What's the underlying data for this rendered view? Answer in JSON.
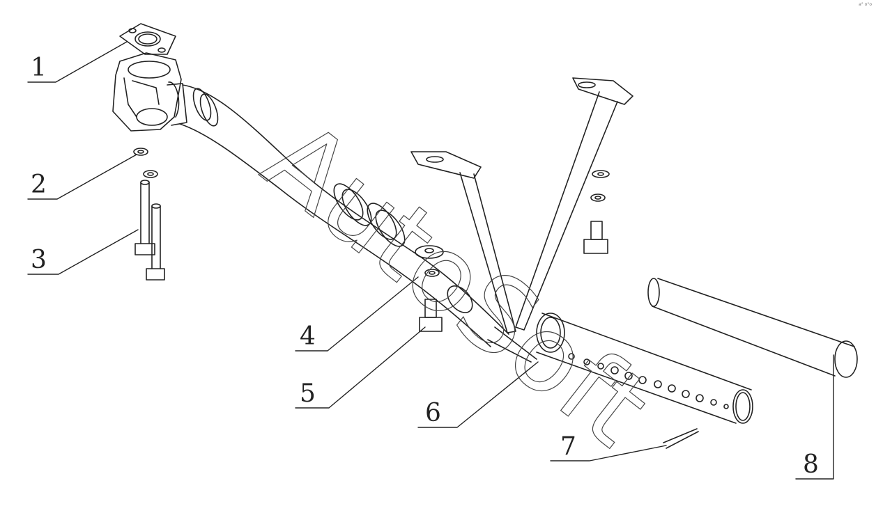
{
  "watermark": "AutoSoft",
  "corner_mark": "a° o°o",
  "callouts": [
    {
      "id": "1",
      "label": "1"
    },
    {
      "id": "2",
      "label": "2"
    },
    {
      "id": "3",
      "label": "3"
    },
    {
      "id": "4",
      "label": "4"
    },
    {
      "id": "5",
      "label": "5"
    },
    {
      "id": "6",
      "label": "6"
    },
    {
      "id": "7",
      "label": "7"
    },
    {
      "id": "8",
      "label": "8"
    }
  ],
  "colors": {
    "line": "#222222",
    "watermark": "#444444"
  }
}
